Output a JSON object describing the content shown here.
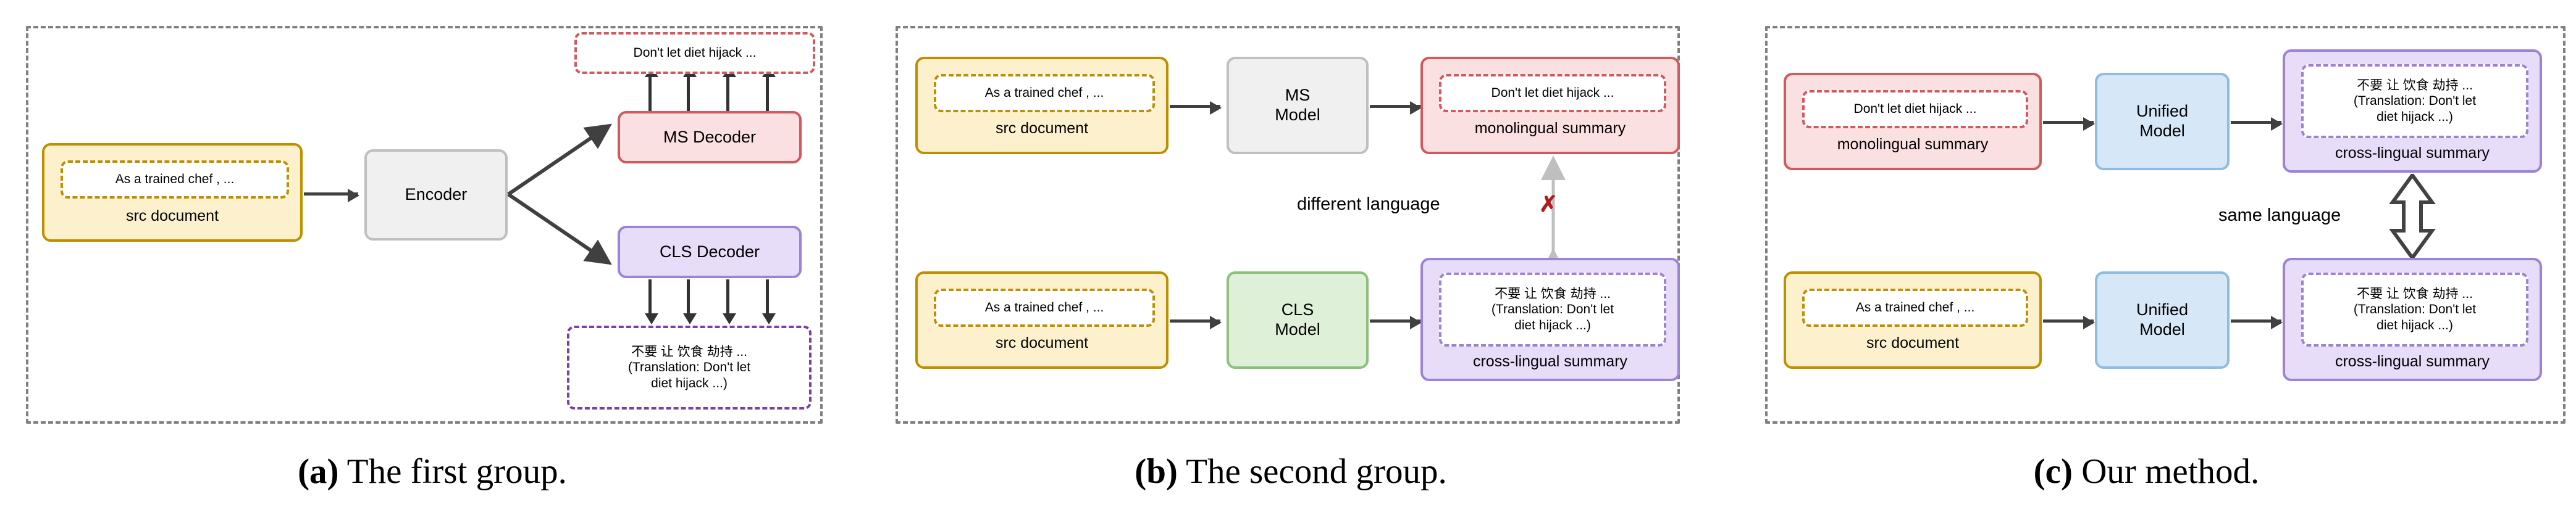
{
  "figure": {
    "panels": [
      {
        "id": "a",
        "caption_prefix": "(a)",
        "caption_text": " The first group.",
        "nodes": {
          "src_document": {
            "chip_text": "As a trained chef , ...",
            "label": "src document",
            "color": "#BF8F00",
            "fill": "#FDF1CD"
          },
          "encoder": {
            "title": "Encoder",
            "color": "#BFBFBF",
            "fill": "#F0F0F0"
          },
          "ms_decoder": {
            "title": "MS Decoder",
            "color": "#D2595E",
            "fill": "#FBE0E1"
          },
          "cls_decoder": {
            "title": "CLS Decoder",
            "color": "#9C83D8",
            "fill": "#E7DDF9"
          },
          "monolingual_output": {
            "text": "Don't let diet hijack ...",
            "color": "#D2595E"
          },
          "crosslingual_output": {
            "line1": "不要 让 饮食 劫持 ...",
            "line2": "(Translation: Don't let",
            "line3": "diet hijack ...)",
            "color": "#7B3FA8"
          }
        }
      },
      {
        "id": "b",
        "caption_prefix": "(b)",
        "caption_text": " The second group.",
        "relation_label": "different language",
        "relation_mark": "✗",
        "relation_mark_color": "#B01B1B",
        "rows": [
          {
            "input": {
              "chip_text": "As a trained chef , ...",
              "label": "src document"
            },
            "model": {
              "title": "MS\nModel"
            },
            "output": {
              "chip_text": "Don't let diet hijack ...",
              "label": "monolingual summary"
            }
          },
          {
            "input": {
              "chip_text": "As a trained chef , ...",
              "label": "src document"
            },
            "model": {
              "title": "CLS\nModel"
            },
            "output": {
              "line1": "不要 让 饮食 劫持 ...",
              "line2": "(Translation: Don't let",
              "line3": "diet hijack ...)",
              "label": "cross-lingual summary"
            }
          }
        ]
      },
      {
        "id": "c",
        "caption_prefix": "(c)",
        "caption_text": " Our method.",
        "relation_label": "same language",
        "rows": [
          {
            "input": {
              "chip_text": "Don't let diet hijack ...",
              "label": "monolingual summary"
            },
            "model": {
              "title": "Unified\nModel"
            },
            "output": {
              "line1": "不要 让 饮食 劫持 ...",
              "line2": "(Translation: Don't let",
              "line3": "diet hijack ...)",
              "label": "cross-lingual summary"
            }
          },
          {
            "input": {
              "chip_text": "As a trained chef , ...",
              "label": "src document"
            },
            "model": {
              "title": "Unified\nModel"
            },
            "output": {
              "line1": "不要 让 饮食 劫持 ...",
              "line2": "(Translation: Don't let",
              "line3": "diet hijack ...)",
              "label": "cross-lingual summary"
            }
          }
        ]
      }
    ],
    "colors": {
      "frame": "#808080",
      "arrow": "#404040",
      "yellow_border": "#BF8F00",
      "yellow_fill": "#FDF1CD",
      "red_border": "#D2595E",
      "red_fill": "#FBE0E1",
      "purple_border": "#9C83D8",
      "purple_fill": "#E7DDF9",
      "purple_dash": "#7B3FA8",
      "gray_border": "#BFBFBF",
      "gray_fill": "#F0F0F0",
      "green_border": "#8CC07B",
      "green_fill": "#DFF0D8",
      "blue_border": "#8FBCE0",
      "blue_fill": "#D6E7F7"
    }
  }
}
